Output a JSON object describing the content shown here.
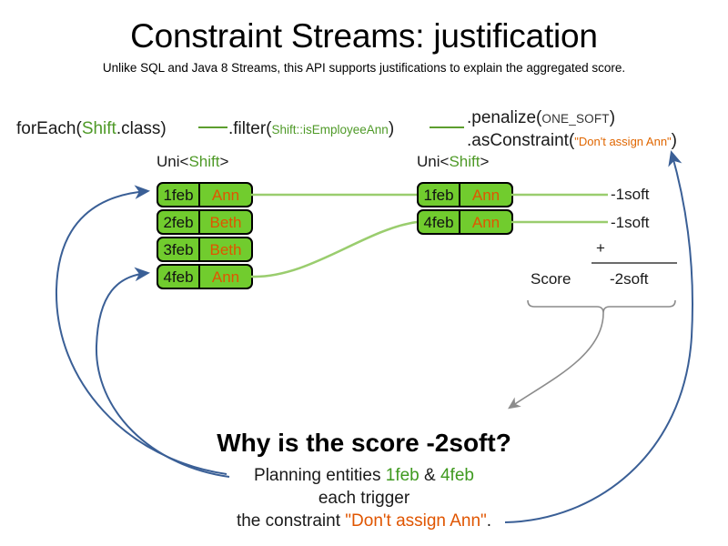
{
  "header": {
    "title": "Constraint Streams: justification",
    "subtitle": "Unlike SQL and Java 8 Streams, this API supports justifications to explain the aggregated score."
  },
  "pipeline": {
    "foreach": {
      "call": "forEach(",
      "type": "Shift",
      "tail": ".class)"
    },
    "filter": {
      "call": ".filter(",
      "method_ref": "Shift::isEmployeeAnn",
      "tail": ")"
    },
    "penalize": {
      "call": ".penalize(",
      "level": "ONE_SOFT",
      "tail": ")"
    },
    "as_constraint": {
      "call": ".asConstraint(",
      "constraint_name": "\"Don't assign Ann\"",
      "tail": ")"
    }
  },
  "streams": {
    "left": {
      "caption_prefix": "Uni<",
      "caption_type": "Shift",
      "caption_suffix": ">",
      "rows": [
        {
          "key": "1feb",
          "value": "Ann"
        },
        {
          "key": "2feb",
          "value": "Beth"
        },
        {
          "key": "3feb",
          "value": "Beth"
        },
        {
          "key": "4feb",
          "value": "Ann"
        }
      ]
    },
    "right": {
      "caption_prefix": "Uni<",
      "caption_type": "Shift",
      "caption_suffix": ">",
      "rows": [
        {
          "key": "1feb",
          "value": "Ann"
        },
        {
          "key": "4feb",
          "value": "Ann"
        }
      ]
    }
  },
  "score_panel": {
    "impacts": [
      "-1soft",
      "-1soft"
    ],
    "operator": "+",
    "label": "Score",
    "total": "-2soft"
  },
  "explanation": {
    "heading": "Why is the score -2soft?",
    "line1_prefix": "Planning entities ",
    "line1_entity_a": "1feb",
    "line1_amp": " & ",
    "line1_entity_b": "4feb",
    "line2": "each trigger",
    "line3_prefix": "the constraint ",
    "line3_constraint": "\"Don't assign Ann\"",
    "line3_suffix": "."
  },
  "colors": {
    "fact_box_fill": "#71cc2e",
    "fact_box_border": "#000000",
    "value_orange": "#e05500",
    "type_green": "#4f9a28",
    "stream_line_green": "#9acd6e",
    "pipeline_green": "#5c9e2e",
    "justification_blue": "#3a5f96",
    "brace_gray": "#8c8c8c",
    "text_black": "#1a1a1a"
  }
}
